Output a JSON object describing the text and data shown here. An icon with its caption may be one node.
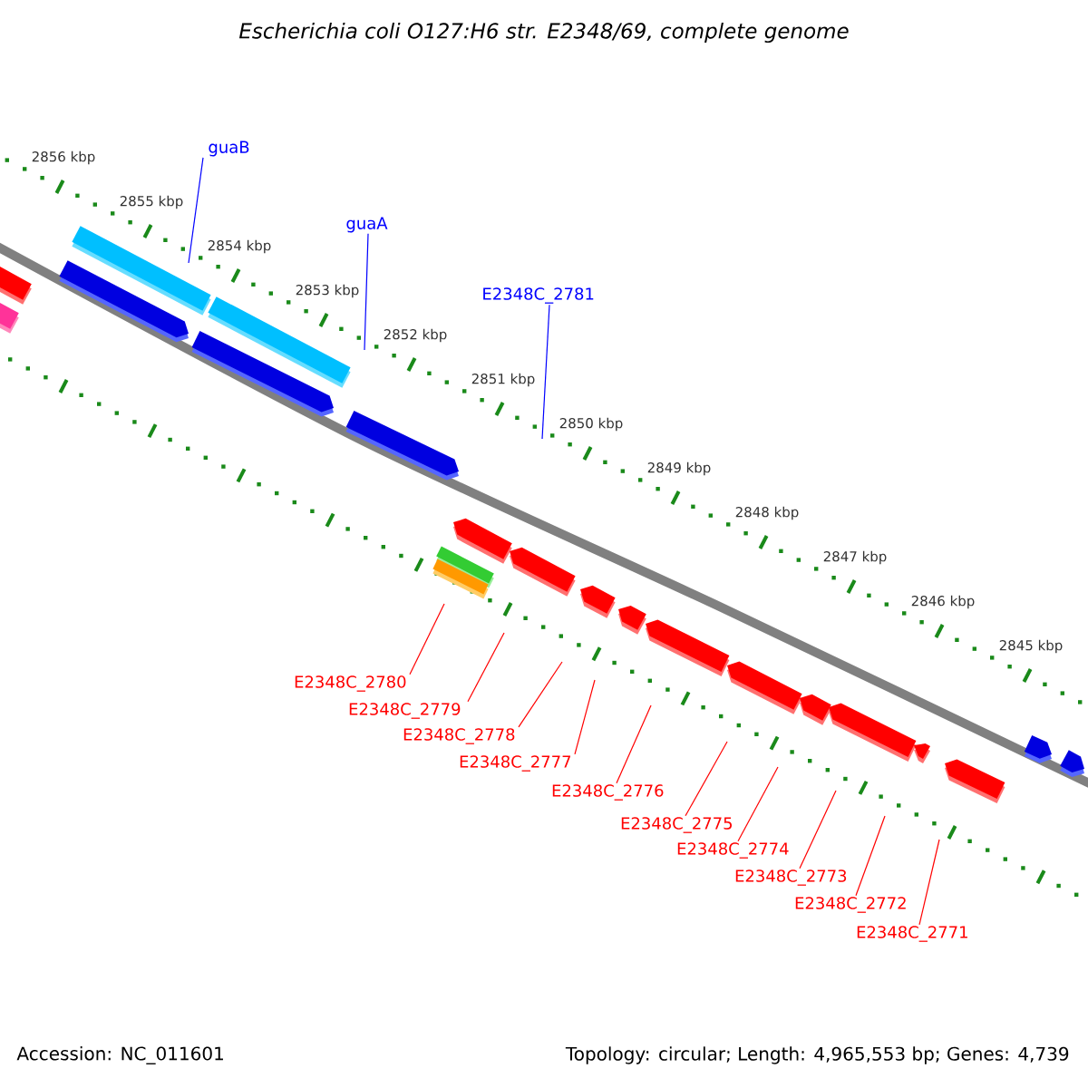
{
  "diagram": {
    "title": "Escherichia coli O127:H6 str. E2348/69, complete genome",
    "nodes": [
      {
        "text": [
          "guaB"
        ]
      },
      {
        "text": [
          "guaA"
        ]
      },
      {
        "text": [
          "E2348C_2781"
        ]
      },
      {
        "text": [
          "E2348C_2780"
        ]
      },
      {
        "text": [
          "E2348C_2779"
        ]
      },
      {
        "text": [
          "E2348C_2778"
        ]
      },
      {
        "text": [
          "E2348C_2777"
        ]
      },
      {
        "text": [
          "E2348C_2776"
        ]
      },
      {
        "text": [
          "E2348C_2775"
        ]
      },
      {
        "text": [
          "E2348C_2774"
        ]
      },
      {
        "text": [
          "E2348C_2773"
        ]
      },
      {
        "text": [
          "E2348C_2772"
        ]
      },
      {
        "text": [
          "E2348C_2771"
        ]
      }
    ],
    "edges": [
      {
        "from": 0,
        "to": null,
        "arrow": "none",
        "color": "#0000ff"
      },
      {
        "from": 1,
        "to": null,
        "arrow": "none",
        "color": "#0000ff"
      },
      {
        "from": 2,
        "to": null,
        "arrow": "none",
        "color": "#0000ff"
      },
      {
        "from": 3,
        "to": null,
        "arrow": "none"
      },
      {
        "from": 4,
        "to": null,
        "arrow": "none"
      },
      {
        "from": 5,
        "to": null,
        "arrow": "none"
      },
      {
        "from": 6,
        "to": null,
        "arrow": "none"
      },
      {
        "from": 7,
        "to": null,
        "arrow": "none"
      },
      {
        "from": 8,
        "to": null,
        "arrow": "none"
      },
      {
        "from": 9,
        "to": null,
        "arrow": "none"
      },
      {
        "from": 10,
        "to": null,
        "arrow": "none"
      },
      {
        "from": 11,
        "to": null,
        "arrow": "none"
      },
      {
        "from": 12,
        "to": null,
        "arrow": "none"
      }
    ],
    "labels": [
      "2856 kbp",
      "2855 kbp",
      "2854 kbp",
      "2853 kbp",
      "2852 kbp",
      "2851 kbp",
      "2850 kbp",
      "2849 kbp",
      "2848 kbp",
      "2847 kbp",
      "2846 kbp",
      "2845 kbp",
      "Accession: NC_011601",
      "Topology: circular; Length: 4,965,553 bp; Genes: 4,739"
    ]
  }
}
